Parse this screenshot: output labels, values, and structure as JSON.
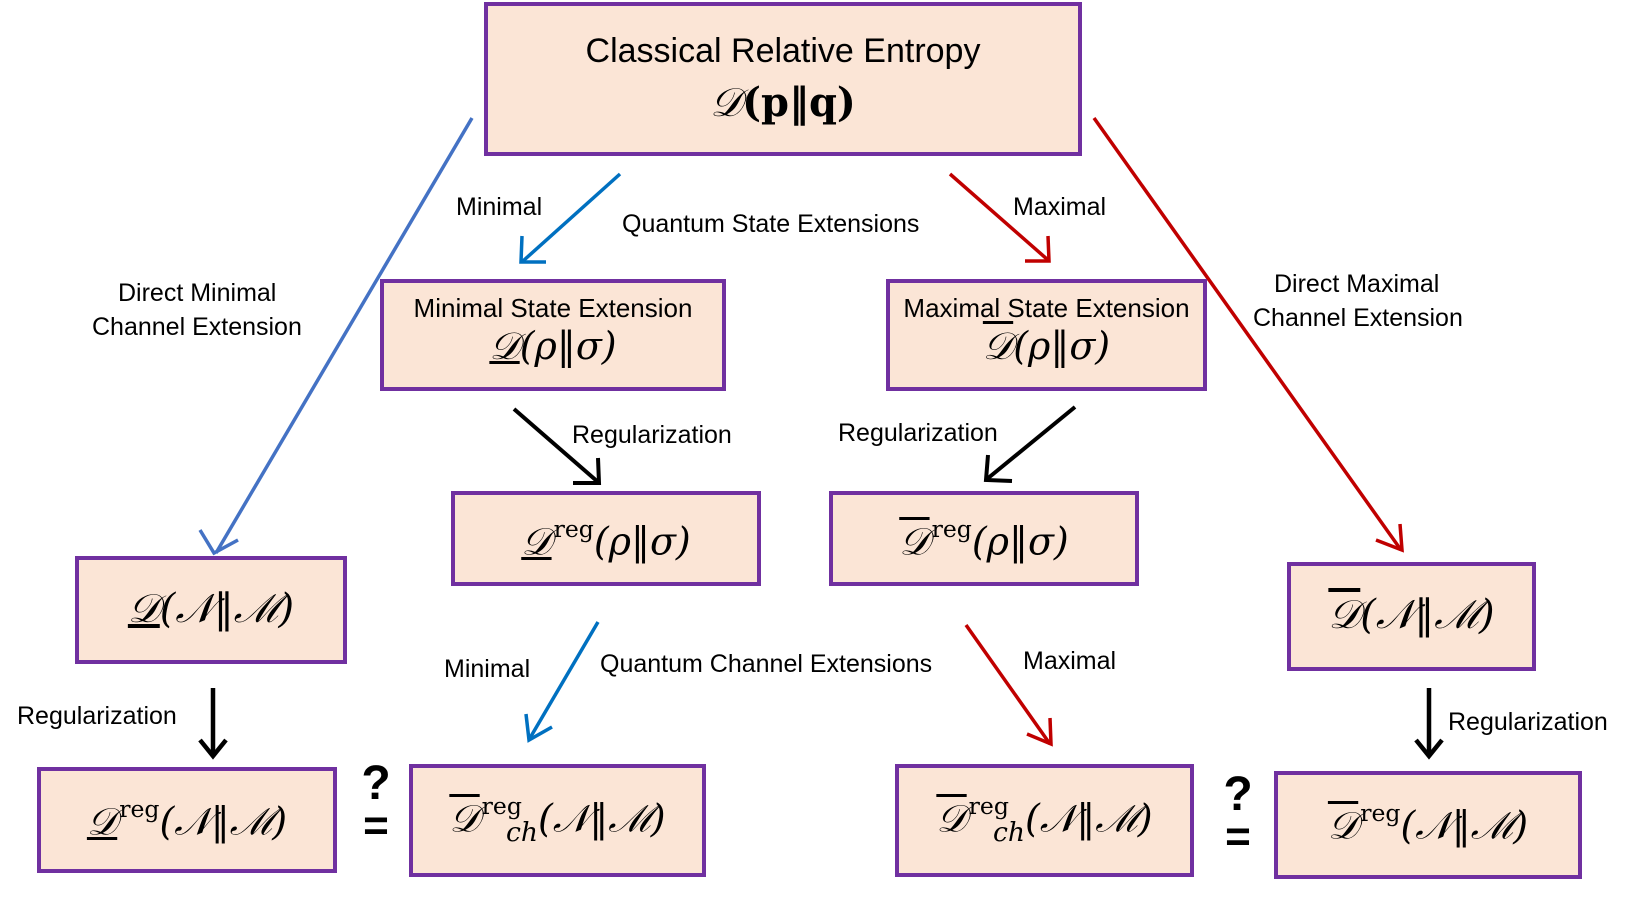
{
  "colors": {
    "box_fill": "#fbe5d6",
    "box_border": "#7030a0",
    "minimal_arrow": "#0070c0",
    "direct_minimal_arrow": "#4472c4",
    "maximal_arrow": "#c00000",
    "regularization_arrow": "#000000"
  },
  "top_box": {
    "title": "Classical Relative Entropy",
    "sym": "𝒟",
    "args": "(p‖q)"
  },
  "min_state": {
    "title": "Minimal State Extension",
    "sym": "𝒟",
    "args": "(ρ‖σ)"
  },
  "max_state": {
    "title": "Maximal State Extension",
    "sym": "𝒟",
    "args": "(ρ‖σ)"
  },
  "min_state_reg": {
    "sym": "𝒟",
    "sup": "reg",
    "args": "(ρ‖σ)"
  },
  "max_state_reg": {
    "sym": "𝒟",
    "sup": "reg",
    "args": "(ρ‖σ)"
  },
  "min_channel_direct": {
    "sym": "𝒟",
    "args": "(𝒩‖ℳ)"
  },
  "max_channel_direct": {
    "sym": "𝒟",
    "args": "(𝒩‖ℳ)"
  },
  "min_channel_reg": {
    "sym": "𝒟",
    "sup": "reg",
    "args": "(𝒩‖ℳ)"
  },
  "min_ch_reg": {
    "sym": "𝒟",
    "sup": "reg",
    "sub": "ch",
    "args": "(𝒩‖ℳ)"
  },
  "max_ch_reg": {
    "sym": "𝒟",
    "sup": "reg",
    "sub": "ch",
    "args": "(𝒩‖ℳ)"
  },
  "max_channel_reg": {
    "sym": "𝒟",
    "sup": "reg",
    "args": "(𝒩‖ℳ)"
  },
  "labels": {
    "minimal_top": "Minimal",
    "maximal_top": "Maximal",
    "quantum_state_extensions": "Quantum State Extensions",
    "direct_minimal_line1": "Direct Minimal",
    "direct_minimal_line2": "Channel Extension",
    "direct_maximal_line1": "Direct Maximal",
    "direct_maximal_line2": "Channel Extension",
    "regularization_min_state": "Regularization",
    "regularization_max_state": "Regularization",
    "minimal_bottom": "Minimal",
    "maximal_bottom": "Maximal",
    "quantum_channel_extensions": "Quantum Channel Extensions",
    "regularization_left": "Regularization",
    "regularization_right": "Regularization"
  },
  "question_equals": {
    "question": "?",
    "equals": "="
  }
}
